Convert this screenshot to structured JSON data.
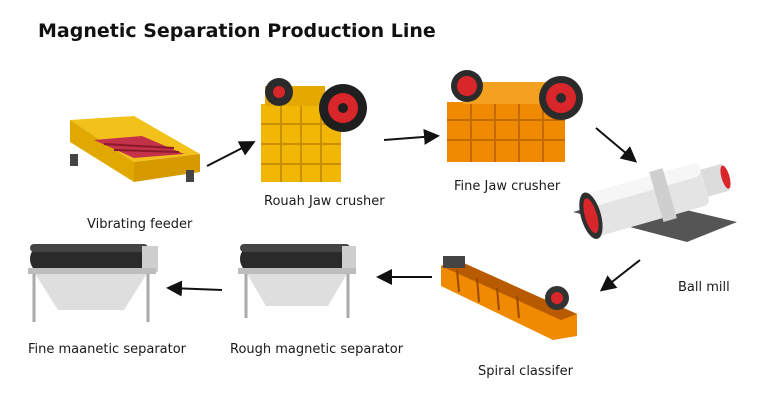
{
  "title": "Magnetic Separation Production Line",
  "stages": {
    "vibrating_feeder": "Vibrating feeder",
    "rough_jaw_crusher": "Rouah Jaw crusher",
    "fine_jaw_crusher": "Fine Jaw crusher",
    "ball_mill": "Ball mill",
    "spiral_classifier": "Spiral classifer",
    "rough_magnetic_separator": "Rough magnetic separator",
    "fine_magnetic_separator": "Fine maanetic separator"
  },
  "colors": {
    "machine_yellow": "#f2b705",
    "machine_orange": "#f08a00",
    "flywheel_red": "#d9262b",
    "mill_white": "#e4e4e4",
    "drum_dark": "#2a2a2a",
    "arrow": "#111111"
  }
}
